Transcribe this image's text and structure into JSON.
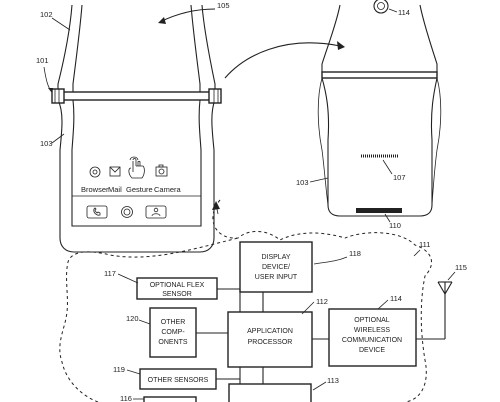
{
  "refs": {
    "r101": "101",
    "r102": "102",
    "r103a": "103",
    "r105": "105",
    "r114a": "114",
    "r107": "107",
    "r103b": "103",
    "r110": "110",
    "r111": "111",
    "r115": "115",
    "r117": "117",
    "r118": "118",
    "r112": "112",
    "r114b": "114",
    "r120": "120",
    "r119": "119",
    "r113": "113",
    "r116": "116"
  },
  "phone": {
    "apps": [
      "Browser",
      "Mail",
      "Gesture",
      "Camera"
    ]
  },
  "blocks": {
    "display_l1": "DISPLAY",
    "display_l2": "DEVICE/",
    "display_l3": "USER INPUT",
    "flex_l1": "OPTIONAL FLEX",
    "flex_l2": "SENSOR",
    "other_comp_l1": "OTHER",
    "other_comp_l2": "COMP-",
    "other_comp_l3": "ONENTS",
    "app_l1": "APPLICATION",
    "app_l2": "PROCESSOR",
    "wireless_l1": "OPTIONAL",
    "wireless_l2": "WIRELESS",
    "wireless_l3": "COMMUNICATION",
    "wireless_l4": "DEVICE",
    "other_sensors": "OTHER SENSORS"
  }
}
